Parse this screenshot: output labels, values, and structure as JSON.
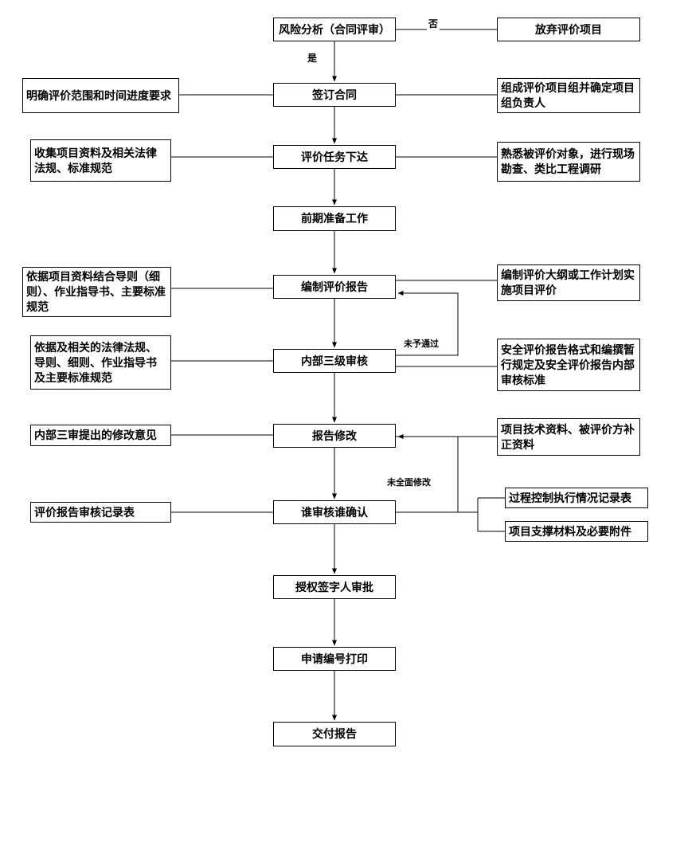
{
  "diagram": {
    "type": "flowchart",
    "nodes": {
      "risk_analysis": {
        "label": "风险分析（合同评审）"
      },
      "abandon": {
        "label": "放弃评价项目"
      },
      "sign_contract": {
        "label": "签订合同"
      },
      "task_assign": {
        "label": "评价任务下达"
      },
      "preparation": {
        "label": "前期准备工作"
      },
      "compile_report": {
        "label": "编制评价报告"
      },
      "internal_review": {
        "label": "内部三级审核"
      },
      "report_modify": {
        "label": "报告修改"
      },
      "reviewer_confirm": {
        "label": "谁审核谁确认"
      },
      "signer_approve": {
        "label": "授权签字人审批"
      },
      "number_print": {
        "label": "申请编号打印"
      },
      "deliver_report": {
        "label": "交付报告"
      },
      "scope_requirement": {
        "label": "明确评价范围和时间进度要求"
      },
      "collect_materials": {
        "label": "收集项目资料及相关法律法规、标准规范"
      },
      "basis_guidelines": {
        "label": "依据项目资料结合导则（细则）、作业指导书、主要标准规范"
      },
      "basis_laws": {
        "label": "依据及相关的法律法规、导则、细则、作业指导书及主要标准规范"
      },
      "review_opinions": {
        "label": "内部三审提出的修改意见"
      },
      "review_record": {
        "label": "评价报告审核记录表"
      },
      "project_team": {
        "label": "组成评价项目组并确定项目组负责人"
      },
      "site_survey": {
        "label": "熟悉被评价对象，进行现场勘查、类比工程调研"
      },
      "outline_plan": {
        "label": "编制评价大纲或工作计划实施项目评价"
      },
      "report_format": {
        "label": "安全评价报告格式和编撰暂行规定及安全评价报告内部审核标准"
      },
      "supplementary": {
        "label": "项目技术资料、被评价方补正资料"
      },
      "process_record": {
        "label": "过程控制执行情况记录表"
      },
      "support_materials": {
        "label": "项目支撑材料及必要附件"
      }
    },
    "edge_labels": {
      "no": "否",
      "yes": "是",
      "not_passed": "未予通过",
      "not_fully_modified": "未全面修改"
    },
    "edges": [
      {
        "from": "risk_analysis",
        "to": "abandon",
        "label": "否"
      },
      {
        "from": "risk_analysis",
        "to": "sign_contract",
        "label": "是"
      },
      {
        "from": "scope_requirement",
        "to": "sign_contract"
      },
      {
        "from": "sign_contract",
        "to": "project_team"
      },
      {
        "from": "sign_contract",
        "to": "task_assign"
      },
      {
        "from": "collect_materials",
        "to": "task_assign"
      },
      {
        "from": "task_assign",
        "to": "site_survey"
      },
      {
        "from": "task_assign",
        "to": "preparation"
      },
      {
        "from": "preparation",
        "to": "compile_report"
      },
      {
        "from": "basis_guidelines",
        "to": "compile_report"
      },
      {
        "from": "outline_plan",
        "to": "compile_report"
      },
      {
        "from": "compile_report",
        "to": "internal_review"
      },
      {
        "from": "basis_laws",
        "to": "internal_review"
      },
      {
        "from": "report_format",
        "to": "internal_review"
      },
      {
        "from": "internal_review",
        "to": "compile_report",
        "label": "未予通过"
      },
      {
        "from": "internal_review",
        "to": "report_modify"
      },
      {
        "from": "review_opinions",
        "to": "report_modify"
      },
      {
        "from": "supplementary",
        "to": "report_modify"
      },
      {
        "from": "report_modify",
        "to": "reviewer_confirm"
      },
      {
        "from": "review_record",
        "to": "reviewer_confirm"
      },
      {
        "from": "reviewer_confirm",
        "to": "report_modify",
        "label": "未全面修改"
      },
      {
        "from": "reviewer_confirm",
        "to": "process_record"
      },
      {
        "from": "reviewer_confirm",
        "to": "support_materials"
      },
      {
        "from": "reviewer_confirm",
        "to": "signer_approve"
      },
      {
        "from": "signer_approve",
        "to": "number_print"
      },
      {
        "from": "number_print",
        "to": "deliver_report"
      }
    ]
  }
}
